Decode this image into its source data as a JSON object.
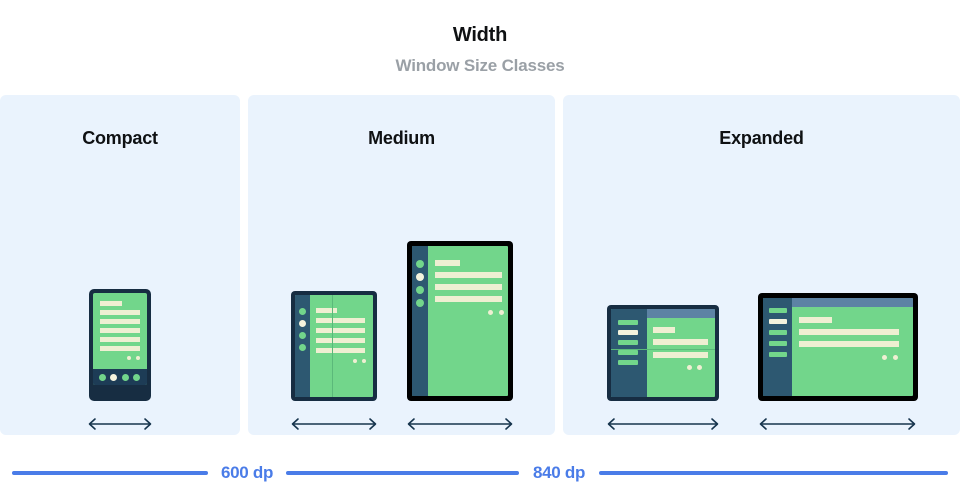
{
  "header": {
    "title": "Width",
    "subtitle": "Window Size Classes"
  },
  "panels": [
    {
      "key": "compact",
      "label": "Compact",
      "devices": [
        {
          "name": "phone",
          "type": "phone",
          "orientation": "portrait"
        }
      ]
    },
    {
      "key": "medium",
      "label": "Medium",
      "devices": [
        {
          "name": "foldable",
          "type": "foldable",
          "orientation": "portrait"
        },
        {
          "name": "tablet",
          "type": "tablet",
          "orientation": "portrait"
        }
      ]
    },
    {
      "key": "expanded",
      "label": "Expanded",
      "devices": [
        {
          "name": "foldable",
          "type": "foldable",
          "orientation": "landscape"
        },
        {
          "name": "tablet",
          "type": "tablet",
          "orientation": "landscape"
        }
      ]
    }
  ],
  "scale": {
    "breakpoints": [
      {
        "value": "600 dp"
      },
      {
        "value": "840 dp"
      }
    ]
  },
  "colors": {
    "panel_background": "#eaf3fd",
    "page_background": "#ffffff",
    "title_text": "#0f1113",
    "subtitle_text": "#9aa0a6",
    "breakpoint_blue": "#4a7ce8",
    "device_bezel_navy": "#172d42",
    "device_bezel_black": "#000000",
    "screen_green": "#72d68b",
    "content_cream": "#efefd2",
    "rail_navy": "#2d5871",
    "app_bar_blue": "#5d83a4",
    "arrow_navy": "#16344d"
  }
}
